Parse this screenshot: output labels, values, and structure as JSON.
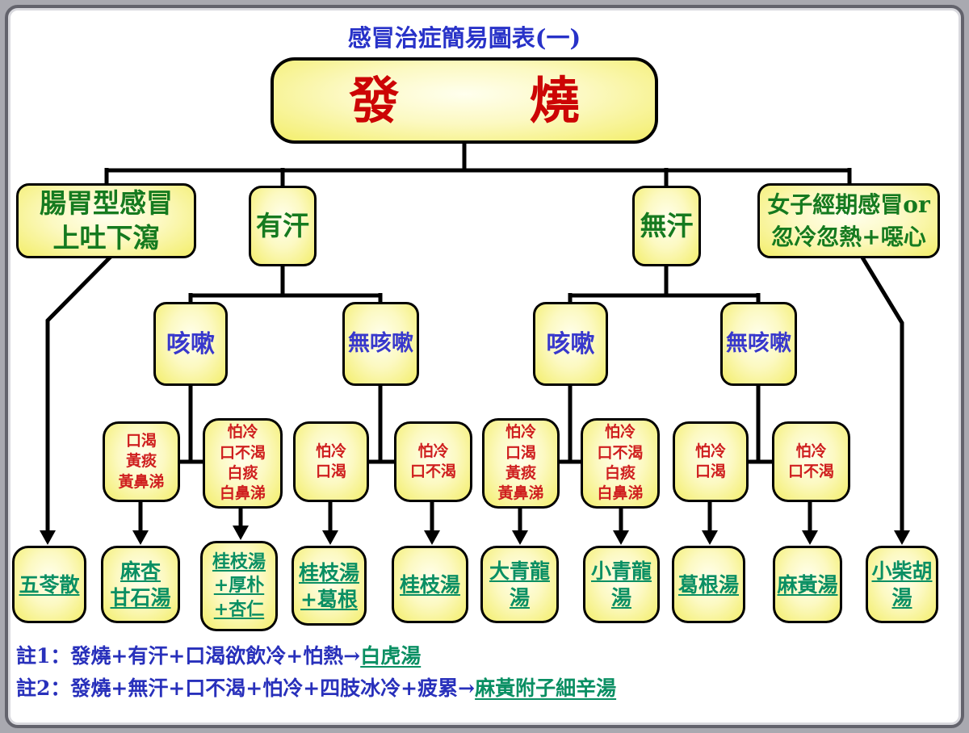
{
  "title": "感冒治症簡易圖表(一)",
  "root": {
    "label": "發燒"
  },
  "branches": {
    "gastro": {
      "line1": "腸胃型感冒",
      "line2": "上吐下瀉"
    },
    "sweat": {
      "label": "有汗"
    },
    "no_sweat": {
      "label": "無汗"
    },
    "menstrual": {
      "line1": "女子經期感冒or",
      "line2": "忽冷忽熱+噁心"
    }
  },
  "cough_nodes": {
    "cough1": "咳嗽",
    "no_cough1": "無咳嗽",
    "cough2": "咳嗽",
    "no_cough2": "無咳嗽"
  },
  "symptoms": {
    "s1": [
      "口渴",
      "黃痰",
      "黃鼻涕"
    ],
    "s2": [
      "怕冷",
      "口不渴",
      "白痰",
      "白鼻涕"
    ],
    "s3": [
      "怕冷",
      "口渴"
    ],
    "s4": [
      "怕冷",
      "口不渴"
    ],
    "s5": [
      "怕冷",
      "口渴",
      "黃痰",
      "黃鼻涕"
    ],
    "s6": [
      "怕冷",
      "口不渴",
      "白痰",
      "白鼻涕"
    ],
    "s7": [
      "怕冷",
      "口渴"
    ],
    "s8": [
      "怕冷",
      "口不渴"
    ]
  },
  "treatments": {
    "t1": [
      "五苓散"
    ],
    "t2": [
      "麻杏",
      "甘石湯"
    ],
    "t3": [
      "桂枝湯",
      "+厚朴",
      "+杏仁"
    ],
    "t4": [
      "桂枝湯",
      "+葛根"
    ],
    "t5": [
      "桂枝湯"
    ],
    "t6": [
      "大青龍",
      "湯"
    ],
    "t7": [
      "小青龍",
      "湯"
    ],
    "t8": [
      "葛根湯"
    ],
    "t9": [
      "麻黃湯"
    ],
    "t10": [
      "小柴胡",
      "湯"
    ]
  },
  "notes": {
    "note1": {
      "text": "註1：發燒+有汗+口渴欲飲冷+怕熱→",
      "formula": "白虎湯"
    },
    "note2": {
      "text": "註2：發燒+無汗+口不渴+怕冷+四肢冰冷+疲累→",
      "formula": "麻黃附子細辛湯"
    }
  },
  "colors": {
    "box_fill": "#f6f27a",
    "box_border": "#000000",
    "title_blue": "#2832c8",
    "fever_red": "#cc0505",
    "branch_green": "#157a1f",
    "cough_blue": "#3838cc",
    "symptom_red": "#cf1f1f",
    "treatment_green": "#0a8f63",
    "note_blue": "#2830bb",
    "frame_gray": "#63636c"
  }
}
